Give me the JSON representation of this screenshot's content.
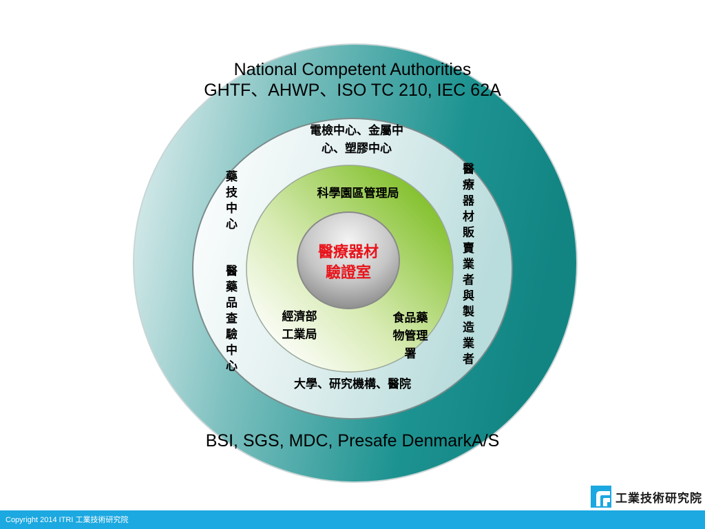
{
  "outer_ring": {
    "title_line1": "National Competent Authorities",
    "title_line2": "GHTF、AHWP、ISO TC 210, IEC 62A",
    "bottom_text": "BSI, SGS, MDC, Presafe DenmarkA/S"
  },
  "second_ring": {
    "top_text": "電檢中心、金屬中\n心、塑膠中心",
    "left_vertical_1": "藥技中心",
    "left_vertical_2": "醫藥品查驗中心",
    "right_vertical": "醫療器材販賣業者與製造業者",
    "bottom_text": "大學、研究機構、醫院"
  },
  "green_ring": {
    "top_text": "科學園區管理局",
    "left_text": "經濟部\n工業局",
    "right_text": "食品藥\n物管理\n署"
  },
  "center": {
    "text": "醫療器材\n驗證室"
  },
  "colors": {
    "outer_teal": "#1a9290",
    "green": "#8cc63f",
    "center_gray": "#b5b5b5",
    "center_text": "#e8141b",
    "footer_bar": "#1ca8e0"
  },
  "footer": {
    "copyright": "Copyright 2014 ITRI 工業技術研究院"
  },
  "logo": {
    "text": "工業技術研究院",
    "icon": "itri-logo-icon"
  }
}
